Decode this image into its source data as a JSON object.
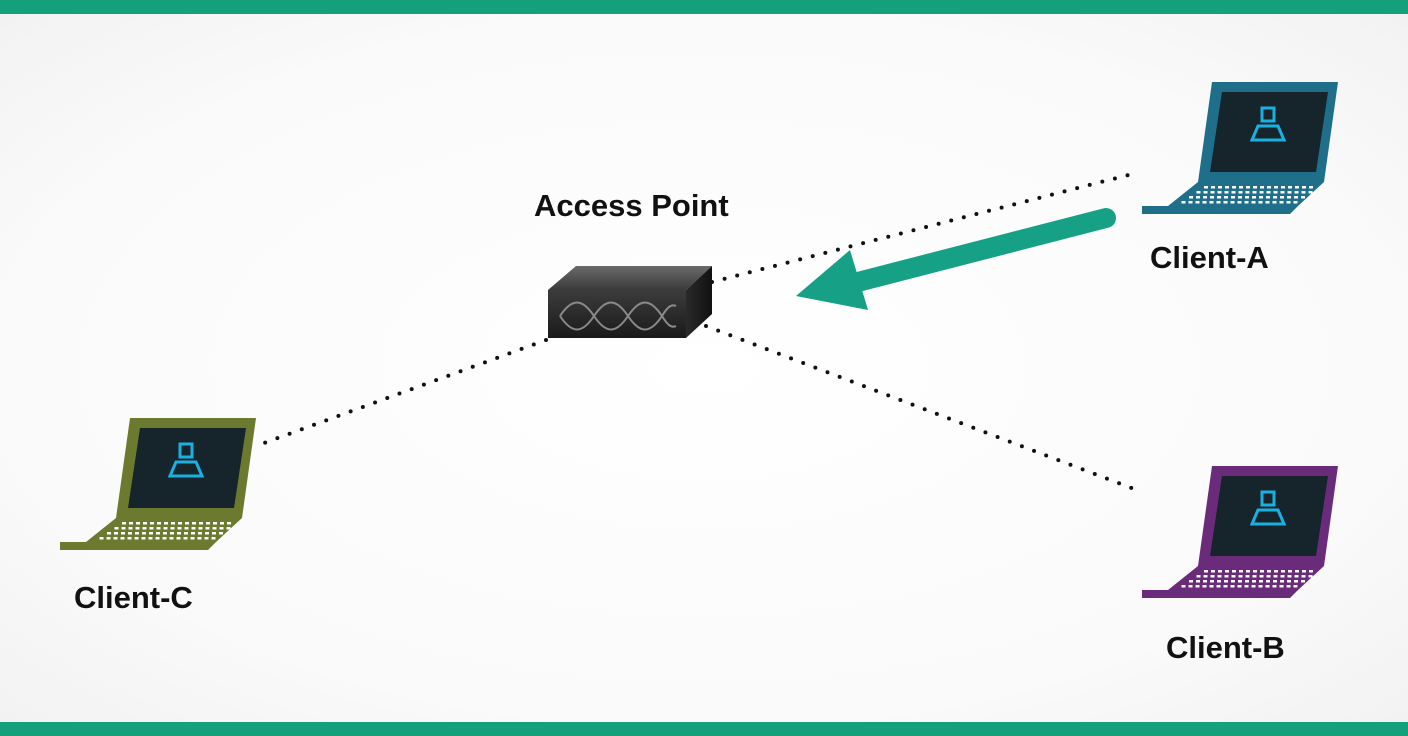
{
  "diagram": {
    "access_point": {
      "label": "Access Point",
      "icon": "wireless-access-point-icon"
    },
    "clients": [
      {
        "id": "client-a",
        "label": "Client-A",
        "icon": "laptop-icon",
        "color": "#1f6f8b"
      },
      {
        "id": "client-b",
        "label": "Client-B",
        "icon": "laptop-icon",
        "color": "#6a2c7a"
      },
      {
        "id": "client-c",
        "label": "Client-C",
        "icon": "laptop-icon",
        "color": "#6b7a2f"
      }
    ],
    "arrow": {
      "from": "Client-A",
      "to": "Access Point",
      "color": "#16a085"
    }
  },
  "theme": {
    "border_color": "#14a07a",
    "screen_color": "#16242c",
    "user_icon_color": "#1ab0e0"
  }
}
